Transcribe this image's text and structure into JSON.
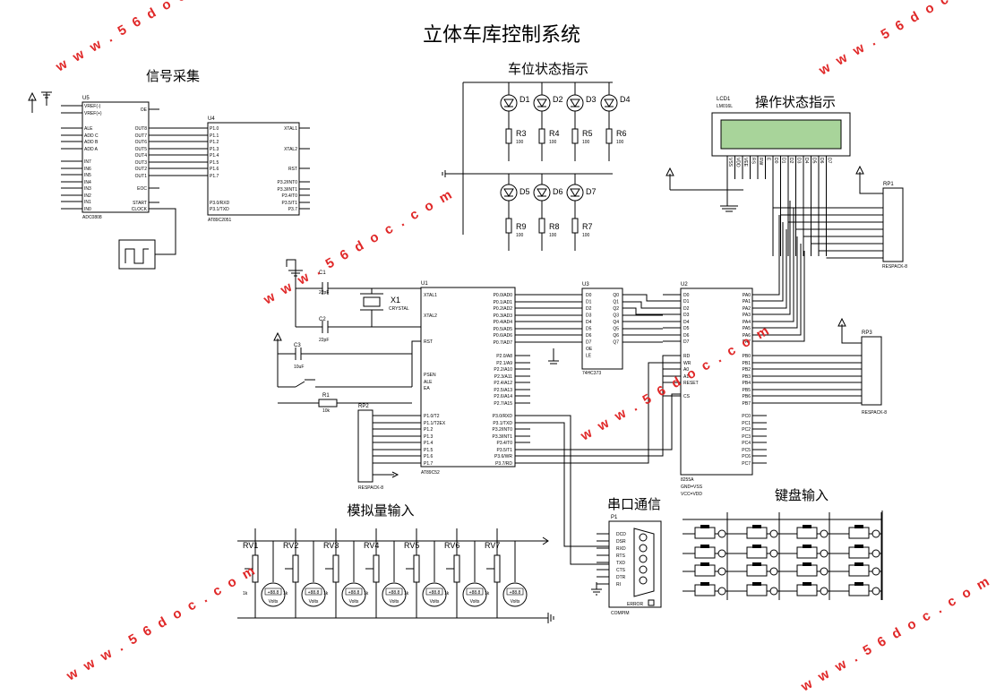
{
  "title": "立体车库控制系统",
  "watermark": "w w w . 5 6 d o c . c o m",
  "sections": {
    "signal": "信号采集",
    "parking": "车位状态指示",
    "operation": "操作状态指示",
    "analog": "模拟量输入",
    "serial": "串口通信",
    "keyboard": "键盘输入"
  },
  "components": {
    "u5": {
      "ref": "U5",
      "name": "ADC0808",
      "left_pins": [
        "VREF(-)",
        "VREF(+)",
        "ALE",
        "ADD C",
        "ADD B",
        "ADD A",
        "IN7",
        "IN6",
        "IN5",
        "IN4",
        "IN3",
        "IN2",
        "IN1",
        "IN0"
      ],
      "right_pins": [
        "OE",
        "OUT8",
        "OUT7",
        "OUT6",
        "OUT5",
        "OUT4",
        "OUT3",
        "OUT2",
        "OUT1",
        "EOC",
        "START",
        "CLOCK"
      ]
    },
    "u4": {
      "ref": "U4",
      "name": "AT89C2051",
      "left_pins": [
        "P1.0",
        "P1.1",
        "P1.2",
        "P1.3",
        "P1.4",
        "P1.5",
        "P1.6",
        "P1.7",
        "P3.0/RXD",
        "P3.1/TXD"
      ],
      "right_pins": [
        "XTAL1",
        "XTAL2",
        "RST",
        "P3.2/INT0",
        "P3.3/INT1",
        "P3.4/T0",
        "P3.5/T1",
        "P3.7"
      ]
    },
    "u1": {
      "ref": "U1",
      "name": "AT89C52",
      "left_pins": [
        "XTAL1",
        "XTAL2",
        "RST",
        "PSEN",
        "ALE",
        "EA",
        "P1.0/T2",
        "P1.1/T2EX",
        "P1.2",
        "P1.3",
        "P1.4",
        "P1.5",
        "P1.6",
        "P1.7"
      ],
      "right_pins": [
        "P0.0/AD0",
        "P0.1/AD1",
        "P0.2/AD2",
        "P0.3/AD3",
        "P0.4/AD4",
        "P0.5/AD5",
        "P0.6/AD6",
        "P0.7/AD7",
        "P2.0/A8",
        "P2.1/A9",
        "P2.2/A10",
        "P2.3/A11",
        "P2.4/A12",
        "P2.5/A13",
        "P2.6/A14",
        "P2.7/A15",
        "P3.0/RXD",
        "P3.1/TXD",
        "P3.2/INT0",
        "P3.3/INT1",
        "P3.4/T0",
        "P3.5/T1",
        "P3.6/WR",
        "P3.7/RD"
      ]
    },
    "u3": {
      "ref": "U3",
      "name": "74HC373",
      "left_pins": [
        "D0",
        "D1",
        "D2",
        "D3",
        "D4",
        "D5",
        "D6",
        "D7",
        "OE",
        "LE"
      ],
      "right_pins": [
        "Q0",
        "Q1",
        "Q2",
        "Q3",
        "Q4",
        "Q5",
        "Q6",
        "Q7"
      ]
    },
    "u2": {
      "ref": "U2",
      "name": "8255A",
      "note1": "GND=VSS",
      "note2": "VCC=VDD",
      "left_pins": [
        "D0",
        "D1",
        "D2",
        "D3",
        "D4",
        "D5",
        "D6",
        "D7",
        "RD",
        "WR",
        "A0",
        "A1",
        "RESET",
        "CS"
      ],
      "right_pins": [
        "PA0",
        "PA1",
        "PA2",
        "PA3",
        "PA4",
        "PA5",
        "PA6",
        "PA7",
        "PB0",
        "PB1",
        "PB2",
        "PB3",
        "PB4",
        "PB5",
        "PB6",
        "PB7",
        "PC0",
        "PC1",
        "PC2",
        "PC3",
        "PC4",
        "PC5",
        "PC6",
        "PC7"
      ]
    },
    "lcd": {
      "ref": "LCD1",
      "name": "LM016L",
      "pins": [
        "VSS",
        "VDD",
        "VEE",
        "RS",
        "RW",
        "E",
        "D0",
        "D1",
        "D2",
        "D3",
        "D4",
        "D5",
        "D6",
        "D7"
      ]
    },
    "leds": [
      "D1",
      "D2",
      "D3",
      "D4",
      "D5",
      "D6",
      "D7"
    ],
    "led_resistors": [
      {
        "ref": "R3",
        "val": "100"
      },
      {
        "ref": "R4",
        "val": "100"
      },
      {
        "ref": "R5",
        "val": "100"
      },
      {
        "ref": "R6",
        "val": "100"
      },
      {
        "ref": "R9",
        "val": "100"
      },
      {
        "ref": "R8",
        "val": "100"
      },
      {
        "ref": "R7",
        "val": "100"
      }
    ],
    "c1": {
      "ref": "C1",
      "val": "22pF"
    },
    "c2": {
      "ref": "C2",
      "val": "22pF"
    },
    "c3": {
      "ref": "C3",
      "val": "10uF"
    },
    "x1": {
      "ref": "X1",
      "name": "CRYSTAL"
    },
    "r1": {
      "ref": "R1",
      "val": "10k"
    },
    "rp1": {
      "ref": "RP1",
      "name": "RESPACK-8"
    },
    "rp2": {
      "ref": "RP2",
      "name": "RESPACK-8"
    },
    "rp3": {
      "ref": "RP3",
      "name": "RESPACK-8"
    },
    "p1": {
      "ref": "P1",
      "name": "COMPIM",
      "error": "ERROR",
      "pins": [
        "DCD",
        "DSR",
        "RXD",
        "RTS",
        "TXD",
        "CTS",
        "DTR",
        "RI"
      ]
    },
    "pots": [
      "RV1",
      "RV2",
      "RV3",
      "RV4",
      "RV5",
      "RV6",
      "RV7"
    ],
    "pot_val": "1k",
    "meter_reading": "+88.8",
    "meter_unit": "Volts"
  }
}
